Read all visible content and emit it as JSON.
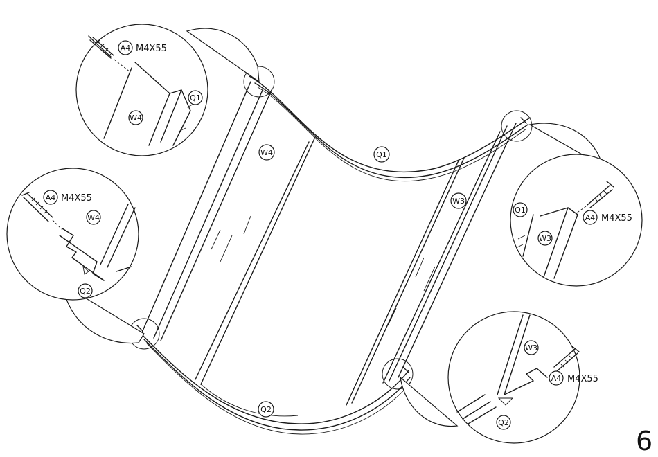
{
  "labels": {
    "panel_top_left": "W4",
    "panel_right": "W3",
    "rail_top": "Q1",
    "rail_bottom": "Q2",
    "screw_part": "A4",
    "screw_size": "M4X55"
  },
  "page_number": "6"
}
